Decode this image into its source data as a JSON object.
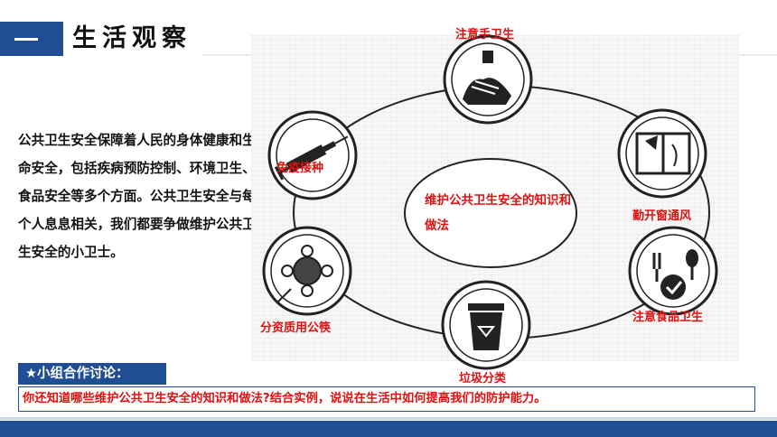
{
  "header": {
    "title": "生活观察"
  },
  "intro": {
    "text": "公共卫生安全保障着人民的身体健康和生命安全，包括疾病预防控制、环境卫生、食品安全等多个方面。公共卫生安全与每个人息息相关，我们都要争做维护公共卫生安全的小卫士。"
  },
  "diagram": {
    "center": "维护公共卫生安全的知识和做法",
    "nodes": {
      "hand": "注意手卫生",
      "window": "勤开窗通风",
      "food": "注意食品卫生",
      "trash": "垃圾分类",
      "chopsticks": "分资质用公筷",
      "vaccine": "免疫接种"
    }
  },
  "discussion": {
    "tab": "★小组合作讨论：",
    "question": "你还知道哪些维护公共卫生安全的知识和做法?结合实例，说说在生活中如何提高我们的防护能力。"
  },
  "colors": {
    "brand": "#1f4e95",
    "accent": "#e01010"
  },
  "icons": [
    "hand-washing-icon",
    "window-icon",
    "food-safety-icon",
    "trash-bin-icon",
    "shared-plates-icon",
    "syringe-icon"
  ]
}
